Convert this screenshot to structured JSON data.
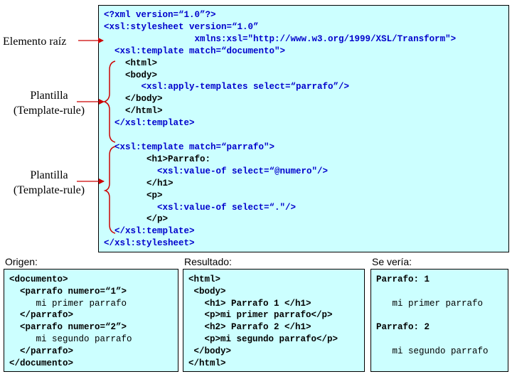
{
  "labels": {
    "root": "Elemento raíz",
    "template1_line1": "Plantilla",
    "template1_line2": "(Template-rule)",
    "template2_line1": "Plantilla",
    "template2_line2": "(Template-rule)"
  },
  "xsl_lines": [
    "<?xml version=“1.0”?>",
    "<xsl:stylesheet version=“1.0”",
    "                 xmlns:xsl=\"http://www.w3.org/1999/XSL/Transform\">",
    "  <xsl:template match=“documento\">",
    "    <html>",
    "    <body>",
    "       <xsl:apply-templates select=“parrafo”/>",
    "    </body>",
    "    </html>",
    "  </xsl:template>",
    "",
    "  <xsl:template match=“parrafo\">",
    "        <h1>Parrafo:",
    "          <xsl:value-of select=“@numero\"/>",
    "        </h1>",
    "        <p>",
    "          <xsl:value-of select=“.\"/>",
    "        </p>",
    "  </xsl:template>",
    "</xsl:stylesheet>"
  ],
  "origen": {
    "caption": "Origen:",
    "lines": [
      "<documento>",
      "  <parrafo numero=“1”>",
      "     mi primer parrafo",
      "  </parrafo>",
      "  <parrafo numero=“2”>",
      "     mi segundo parrafo",
      "  </parrafo>",
      "</documento>"
    ]
  },
  "resultado": {
    "caption": "Resultado:",
    "lines": [
      "<html>",
      " <body>",
      "   <h1> Parrafo 1 </h1>",
      "   <p>mi primer parrafo</p>",
      "   <h2> Parrafo 2 </h1>",
      "   <p>mi segundo parrafo</p>",
      " </body>",
      "</html>"
    ]
  },
  "seveia": {
    "caption": "Se vería:",
    "lines": [
      "Parrafo: 1",
      "",
      "   mi primer parrafo",
      "",
      "Parrafo: 2",
      "",
      "   mi segundo parrafo"
    ]
  },
  "colors": {
    "box_fill": "#ccffff",
    "xsl_text": "#0000cc",
    "arrow": "#cc0000"
  }
}
